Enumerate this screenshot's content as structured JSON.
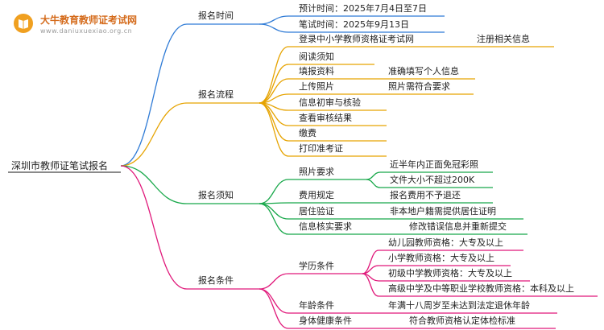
{
  "brand": {
    "name": "大牛教育教师证考试网",
    "url": "www.daniuxuexiao.org.cn",
    "accent": "#f0a020"
  },
  "root": "深圳市教师证笔试报名",
  "colors": {
    "time": "#2f7bd6",
    "flow": "#e6a300",
    "notice": "#18a84a",
    "cond": "#e0187a"
  },
  "branches": {
    "time": {
      "label": "报名时间",
      "items": [
        "预计时间：2025年7月4日至7日",
        "笔试时间：2025年9月13日"
      ]
    },
    "flow": {
      "label": "报名流程",
      "items": [
        {
          "text": "登录中小学教师资格证考试网",
          "child": "注册相关信息"
        },
        {
          "text": "阅读须知"
        },
        {
          "text": "填报资料",
          "child": "准确填写个人信息"
        },
        {
          "text": "上传照片",
          "child": "照片需符合要求"
        },
        {
          "text": "信息初审与核验"
        },
        {
          "text": "查看审核结果"
        },
        {
          "text": "缴费"
        },
        {
          "text": "打印准考证"
        }
      ]
    },
    "notice": {
      "label": "报名须知",
      "items": [
        {
          "text": "照片要求",
          "children": [
            "近半年内正面免冠彩照",
            "文件大小不超过200K"
          ]
        },
        {
          "text": "费用规定",
          "child": "报名费用不予退还"
        },
        {
          "text": "居住验证",
          "child": "非本地户籍需提供居住证明"
        },
        {
          "text": "信息核实要求",
          "child": "修改错误信息并重新提交"
        }
      ]
    },
    "cond": {
      "label": "报名条件",
      "items": [
        {
          "text": "学历条件",
          "children": [
            "幼儿园教师资格：大专及以上",
            "小学教师资格：大专及以上",
            "初级中学教师资格：大专及以上",
            "高级中学及中等职业学校教师资格：本科及以上"
          ]
        },
        {
          "text": "年龄条件",
          "child": "年满十八周岁至未达到法定退休年龄"
        },
        {
          "text": "身体健康条件",
          "child": "符合教师资格认定体检标准"
        }
      ]
    }
  }
}
